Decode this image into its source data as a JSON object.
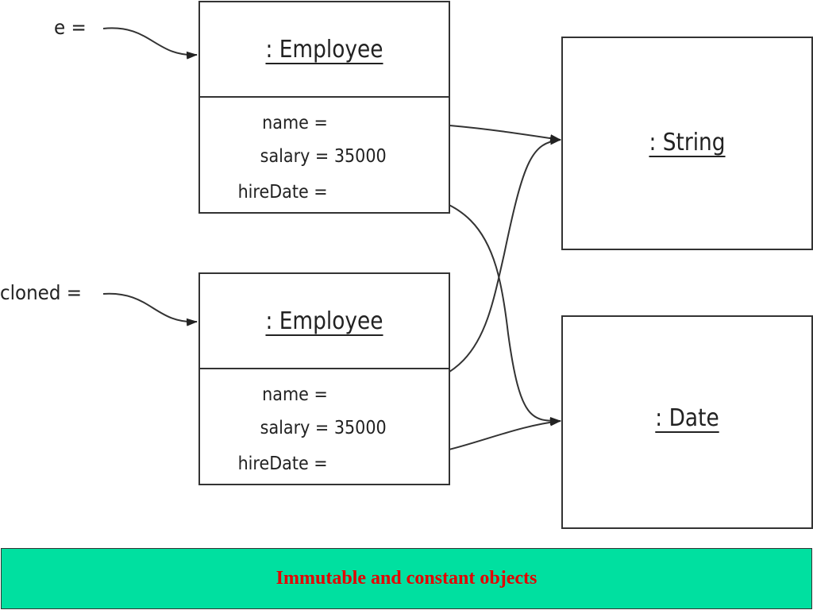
{
  "variables": {
    "e_label": "e =",
    "cloned_label": "cloned ="
  },
  "employee_e": {
    "title": ": Employee",
    "name_field": "name =",
    "salary_field": "salary = 35000",
    "hiredate_field": "hireDate ="
  },
  "employee_cloned": {
    "title": ": Employee",
    "name_field": "name =",
    "salary_field": "salary = 35000",
    "hiredate_field": "hireDate ="
  },
  "string_object": {
    "title": ": String"
  },
  "date_object": {
    "title": ": Date"
  },
  "footer": {
    "caption": "Immutable and constant objects"
  },
  "colors": {
    "footer_bg": "#00e0a0",
    "footer_text": "#e60000",
    "stroke": "#333333"
  }
}
